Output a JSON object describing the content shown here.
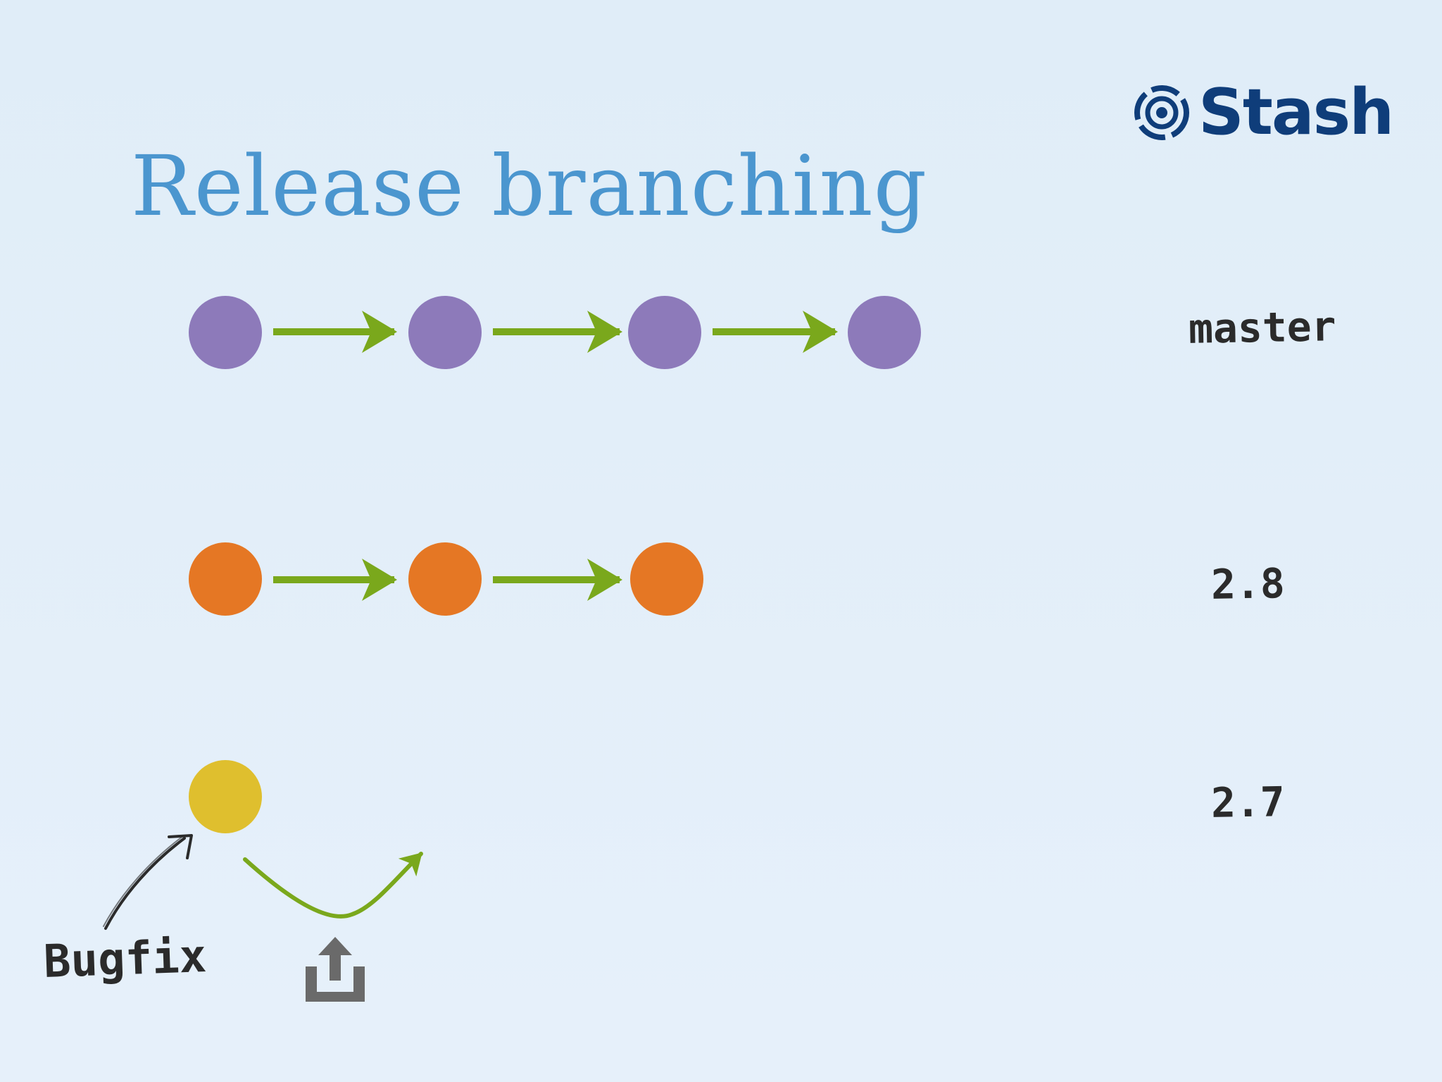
{
  "title": "Release branching",
  "logo": {
    "name": "Stash",
    "icon": "stash-logo-icon",
    "color": "#0f3d7a"
  },
  "colors": {
    "title": "#4b96cf",
    "arrow": "#7aa81c",
    "line": "#cfd1d3",
    "master": "#8d7aba",
    "release_2_8": "#e57724",
    "release_2_7": "#dfbf2e"
  },
  "branches": [
    {
      "label": "master",
      "commits": 4,
      "color": "#8d7aba"
    },
    {
      "label": "2.8",
      "commits": 3,
      "color": "#e57724"
    },
    {
      "label": "2.7",
      "commits": 1,
      "color": "#dfbf2e"
    }
  ],
  "annotation": {
    "text": "Bugfix"
  },
  "icons": {
    "share": "share-upload-icon"
  }
}
